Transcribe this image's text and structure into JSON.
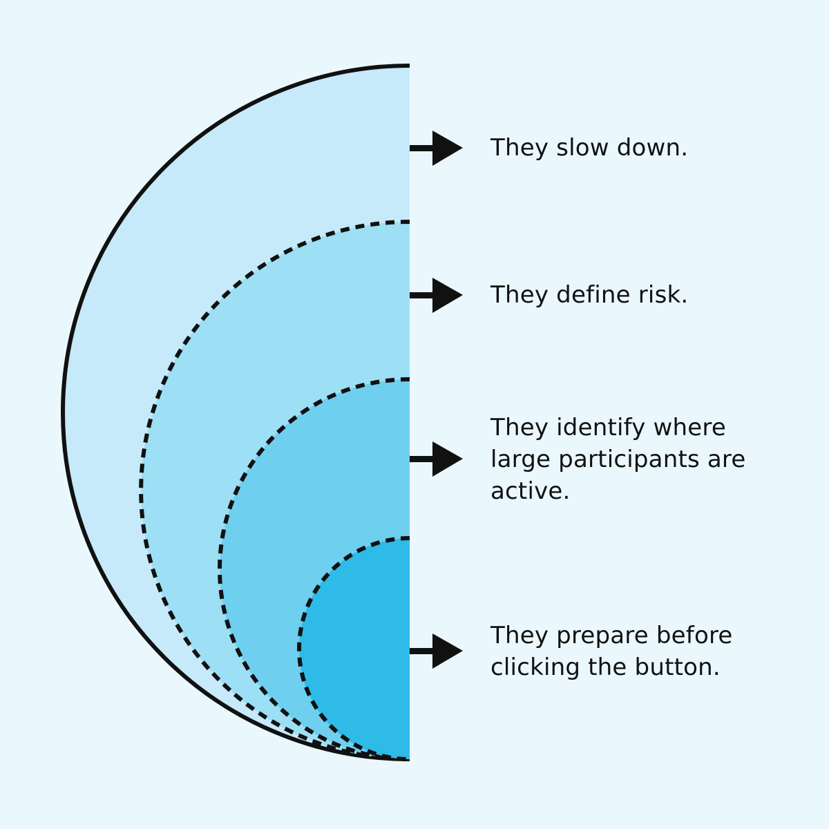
{
  "colors": {
    "background": "#eaf8fe",
    "layer_outer": "#c6eafa",
    "layer_second": "#9ddff5",
    "layer_third": "#6fcfef",
    "layer_inner": "#2ebbe8",
    "outline": "#111111",
    "arrow": "#111111",
    "text": "#111111"
  },
  "layers": [
    {
      "lines": [
        "They slow down."
      ]
    },
    {
      "lines": [
        "They define risk."
      ]
    },
    {
      "lines": [
        "They identify where",
        "large participants are",
        "active."
      ]
    },
    {
      "lines": [
        "They prepare before",
        "clicking the button."
      ]
    }
  ]
}
